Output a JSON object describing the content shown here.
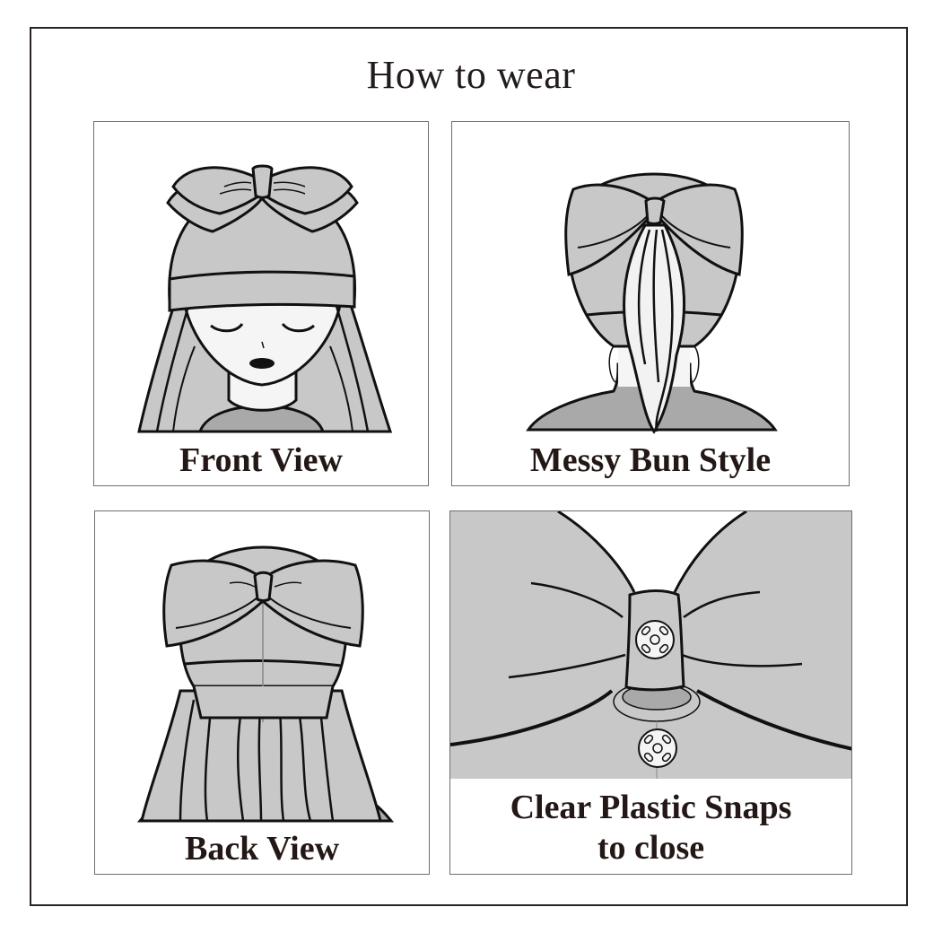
{
  "title": "How to wear",
  "panels": [
    {
      "id": "front",
      "caption": "Front View"
    },
    {
      "id": "messy-bun",
      "caption": "Messy Bun Style"
    },
    {
      "id": "back",
      "caption": "Back View"
    },
    {
      "id": "snaps",
      "caption_line1": "Clear Plastic Snaps",
      "caption_line2": "to close"
    }
  ],
  "colors": {
    "fabric": "#c8c8c8",
    "shoulders": "#a9a9a9",
    "outline": "#111111",
    "text": "#231815",
    "border": "#2a2224"
  }
}
